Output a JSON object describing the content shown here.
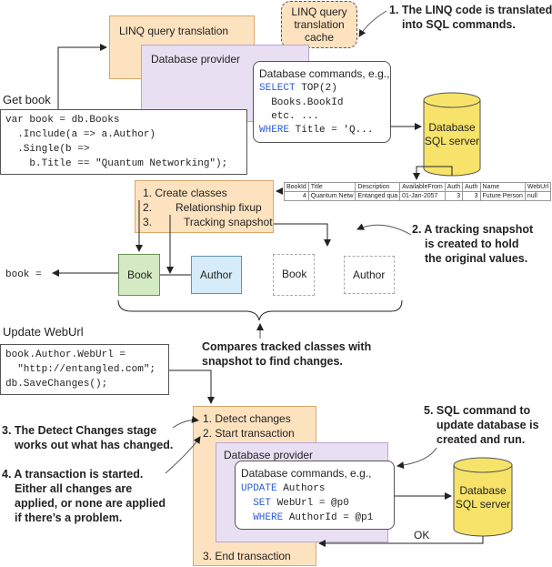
{
  "top": {
    "linq_translation_label": "LINQ query translation",
    "cache_label": [
      "LINQ query",
      "translation",
      "cache"
    ],
    "provider_label": "Database provider",
    "commands_intro": "Database commands, e.g.,",
    "sql_lines": [
      {
        "kw": "SELECT",
        "rest": " TOP(2)"
      },
      {
        "kw": "",
        "rest": "  Books.BookId"
      },
      {
        "kw": "",
        "rest": "  etc. ..."
      },
      {
        "kw": "WHERE",
        "rest": " Title = 'Q..."
      }
    ],
    "db_label": [
      "Database",
      "SQL server"
    ],
    "get_book_label": "Get book",
    "code_lines": [
      "var book = db.Books",
      "  .Include(a => a.Author)",
      "  .Single(b =>",
      "    b.Title == \"Quantum Networking\");"
    ],
    "result_headers": [
      "BookId",
      "Title",
      "Description",
      "AvailableFrom",
      "Auth",
      "Auth",
      "Name",
      "WebUrl"
    ],
    "result_row": [
      "4",
      "Quantum Netw",
      "Entanged qua",
      "01-Jan-2057",
      "3",
      "3",
      "Future Person",
      "null"
    ],
    "steps": [
      "1. Create classes",
      "2.",
      "3."
    ],
    "relationship_fixup": "Relationship fixup",
    "tracking_snapshot": "Tracking snapshot",
    "book_assign": "book =",
    "book_entity": "Book",
    "author_entity": "Author",
    "snapshot_book": "Book",
    "snapshot_author": "Author"
  },
  "annotations": {
    "a1": [
      "1. The LINQ code is translated",
      "into SQL commands."
    ],
    "a2": [
      "2. A tracking snapshot",
      "is created to hold",
      "the original values."
    ],
    "compare": [
      "Compares tracked classes with",
      "snapshot to find changes."
    ],
    "a3": [
      "3. The Detect Changes stage",
      "works out what has changed."
    ],
    "a4": [
      "4. A transaction is started.",
      "Either all changes are",
      "applied, or none are applied",
      "if there’s a problem."
    ],
    "a5": [
      "5. SQL command to",
      "update database is",
      "created and run."
    ]
  },
  "bottom": {
    "update_label": "Update WebUrl",
    "code_lines": [
      "book.Author.WebUrl =",
      "  \"http://entangled.com\";",
      "db.SaveChanges();"
    ],
    "detect_changes": "1. Detect changes",
    "start_transaction": "2. Start transaction",
    "provider_label": "Database provider",
    "commands_intro": "Database commands, e.g.,",
    "sql_lines": [
      {
        "kw": "UPDATE",
        "rest": " Authors"
      },
      {
        "kw": "  SET",
        "rest": " WebUrl = @p0"
      },
      {
        "kw": "  WHERE",
        "rest": " AuthorId = @p1"
      }
    ],
    "db_label": [
      "Database",
      "SQL server"
    ],
    "ok_label": "OK",
    "end_transaction": "3. End transaction"
  },
  "colors": {
    "orange_fill": "#fde2bf",
    "purple_fill": "#e8dff2",
    "db_fill": "#f7e36a",
    "book_fill": "#d4eac4",
    "author_fill": "#d6ecf8",
    "keyword": "#2a5bd7"
  }
}
